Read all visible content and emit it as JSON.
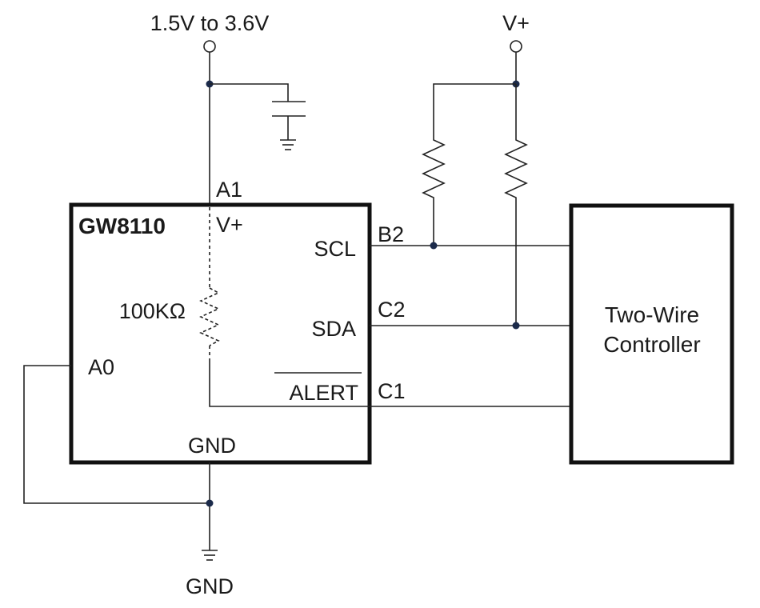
{
  "supply": {
    "label": "1.5V to 3.6V"
  },
  "vplus_top": {
    "label": "V+"
  },
  "chip": {
    "name": "GW8110",
    "pins": {
      "a1": "A1",
      "vplus": "V+",
      "scl_ball": "B2",
      "scl": "SCL",
      "sda_ball": "C2",
      "sda": "SDA",
      "alert_ball": "C1",
      "alert": "ALERT",
      "a0": "A0",
      "gnd": "GND"
    },
    "internal_resistor": "100KΩ"
  },
  "controller": {
    "line1": "Two-Wire",
    "line2": "Controller"
  },
  "ground": {
    "label": "GND"
  }
}
